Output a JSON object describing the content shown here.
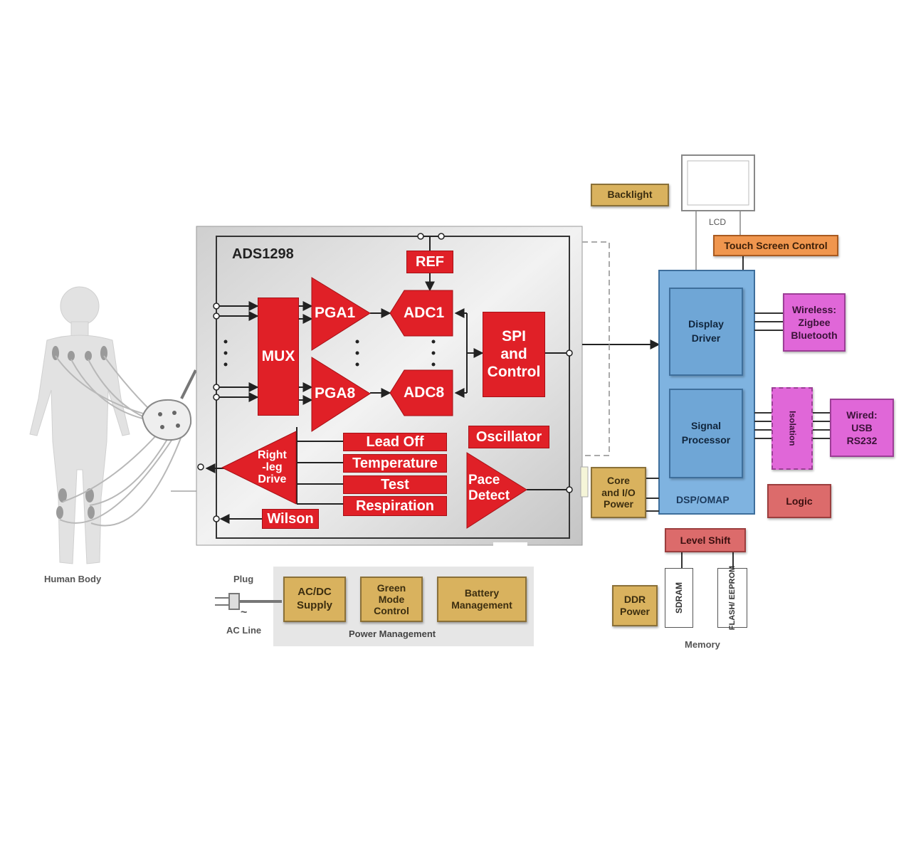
{
  "chip": {
    "title": "ADS1298",
    "ref": "REF",
    "mux": "MUX",
    "pga1": "PGA1",
    "pga8": "PGA8",
    "adc1": "ADC1",
    "adc8": "ADC8",
    "spi_line1": "SPI",
    "spi_line2": "and",
    "spi_line3": "Control",
    "oscillator": "Oscillator",
    "lead_off": "Lead Off",
    "temperature": "Temperature",
    "test": "Test",
    "respiration": "Respiration",
    "wilson": "Wilson",
    "rld_line1": "Right",
    "rld_line2": "-leg",
    "rld_line3": "Drive",
    "pace_line1": "Pace",
    "pace_line2": "Detect"
  },
  "human_body_label": "Human Body",
  "power": {
    "plug": "Plug",
    "ac_line_symbol": "~",
    "ac_line": "AC Line",
    "acdc_line1": "AC/DC",
    "acdc_line2": "Supply",
    "green_line1": "Green",
    "green_line2": "Mode",
    "green_line3": "Control",
    "battery_line1": "Battery",
    "battery_line2": "Management",
    "group_label": "Power Management"
  },
  "system": {
    "backlight": "Backlight",
    "lcd": "LCD",
    "touch": "Touch Screen Control",
    "display_line1": "Display",
    "display_line2": "Driver",
    "signal_line1": "Signal",
    "signal_line2": "Processor",
    "dsp": "DSP/OMAP",
    "wireless_line1": "Wireless:",
    "wireless_line2": "Zigbee",
    "wireless_line3": "Bluetooth",
    "isolation": "Isolation",
    "wired_line1": "Wired:",
    "wired_line2": "USB",
    "wired_line3": "RS232",
    "core_line1": "Core",
    "core_line2": "and I/O",
    "core_line3": "Power",
    "logic": "Logic",
    "level_shift": "Level Shift",
    "ddr_line1": "DDR",
    "ddr_line2": "Power",
    "sdram": "SDRAM",
    "flash": "FLASH/ EEPROM",
    "memory": "Memory"
  },
  "colors": {
    "chip_red": "#e02027",
    "tan": "#d9b25e",
    "pink": "#e067d8",
    "blue": "#7fb3e0",
    "rose": "#dc6b6b",
    "orange": "#f0964e"
  }
}
